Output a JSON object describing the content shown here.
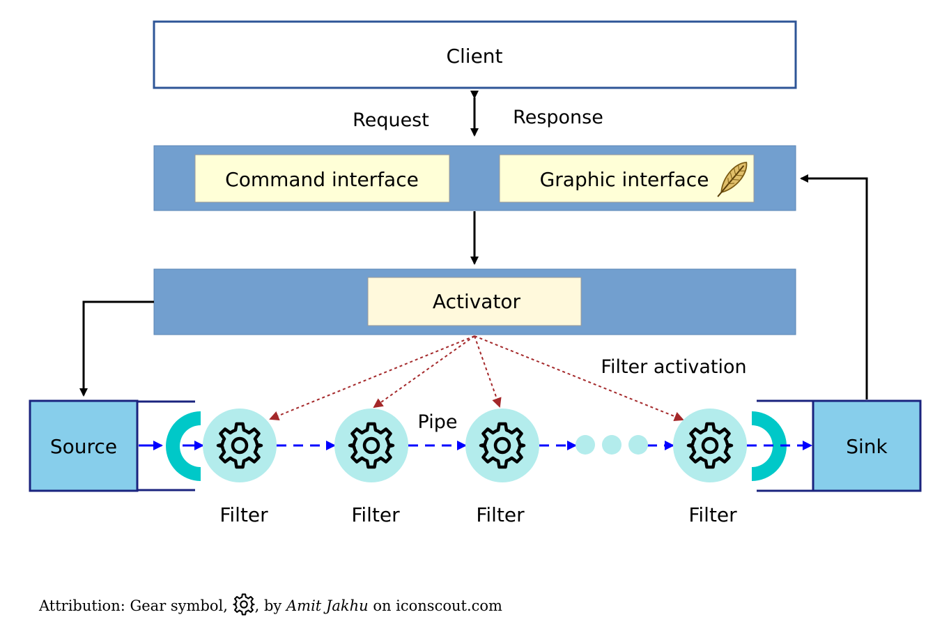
{
  "colors": {
    "layer_blue": "#729fcf",
    "box_cream": "#ffffd7",
    "client_border": "#2e5597",
    "filter_circle": "#b3ecec",
    "pipe_blue": "#0000ff",
    "activation_red": "#a4282a",
    "endpoint_blue": "#87ceeb",
    "frame_navy": "#1a237e",
    "connector_cyan": "#00c8c8"
  },
  "client": {
    "label": "Client"
  },
  "link": {
    "request": "Request",
    "response": "Response"
  },
  "interfaces": {
    "command": "Command interface",
    "graphic": "Graphic interface",
    "graphic_icon": "feather-quill-icon"
  },
  "activator": {
    "label": "Activator"
  },
  "filter_activation": "Filter activation",
  "pipe_label": "Pipe",
  "source": {
    "label": "Source"
  },
  "sink": {
    "label": "Sink"
  },
  "filters": [
    "Filter",
    "Filter",
    "Filter",
    "Filter"
  ],
  "attribution": {
    "prefix": "Attribution: Gear symbol,",
    "icon": "gear-icon",
    "by": ", by",
    "author": "Amit Jakhu",
    "site": "on iconscout.com"
  }
}
